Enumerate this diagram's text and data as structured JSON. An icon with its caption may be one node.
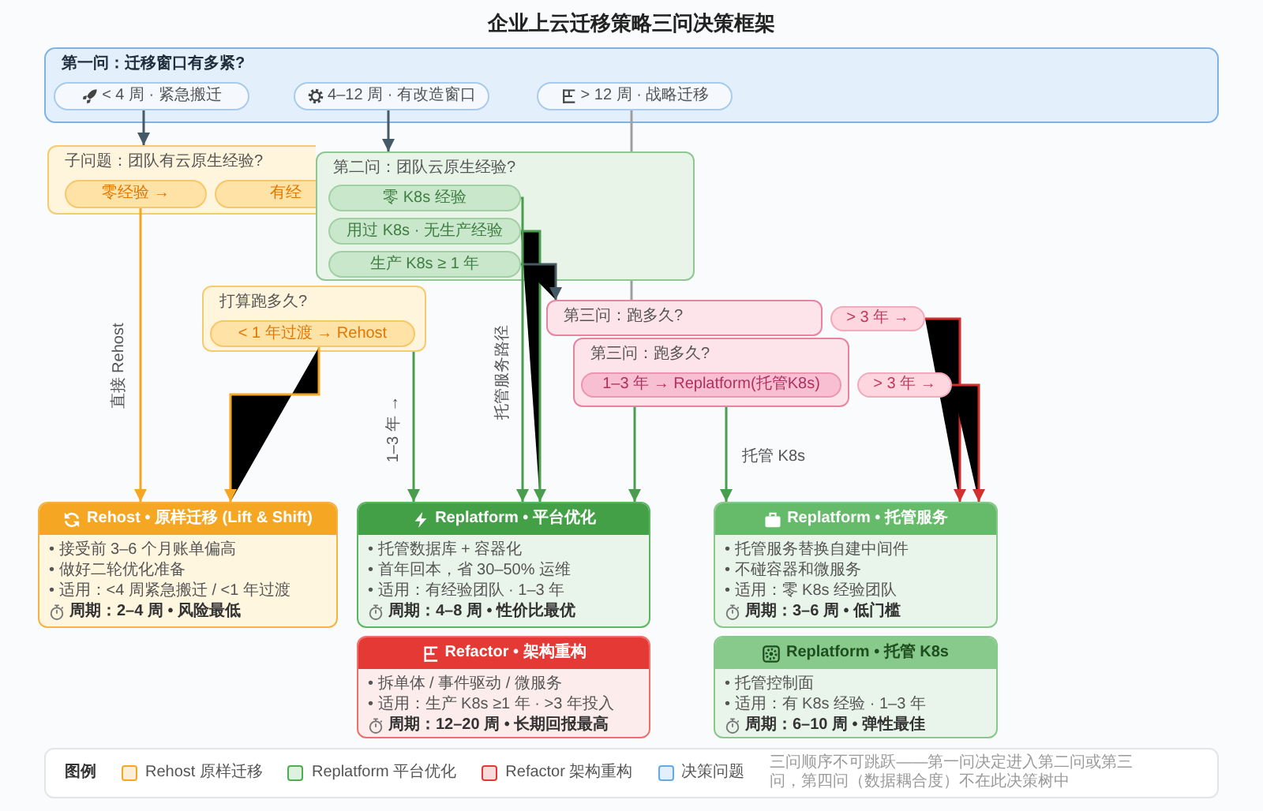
{
  "diagram": {
    "title": "企业上云迁移策略三问决策框架",
    "nodes": [
      {
        "text": [
          "第一问：迁移窗口有多紧?"
        ]
      },
      {
        "text": [
          "< 4 周 · 紧急搬迁"
        ],
        "in": 0
      },
      {
        "text": [
          "4–12 周 · 有改造窗口"
        ],
        "in": 0
      },
      {
        "text": [
          "> 12 周 · 战略迁移"
        ],
        "in": 0
      },
      {
        "text": [
          "子问题：团队有云原生经验?"
        ]
      },
      {
        "text": [
          "零经验 →"
        ],
        "in": 4
      },
      {
        "text": [
          "有经"
        ],
        "in": 4
      },
      {
        "text": [
          "打算跑多久?"
        ]
      },
      {
        "text": [
          "< 1 年过渡 → Rehost"
        ],
        "in": 7
      },
      {
        "text": [
          "第二问：团队云原生经验?"
        ]
      },
      {
        "text": [
          "零 K8s 经验"
        ],
        "in": 9
      },
      {
        "text": [
          "用过 K8s · 无生产经验"
        ],
        "in": 9
      },
      {
        "text": [
          "生产 K8s ≥ 1 年"
        ],
        "in": 9
      },
      {
        "text": [
          "第三问：跑多久?"
        ]
      },
      {
        "text": [
          "> 3 年 →"
        ]
      },
      {
        "text": [
          "第三问：跑多久?"
        ]
      },
      {
        "text": [
          "1–3 年 → Replatform(托管K8s)"
        ],
        "in": 15
      },
      {
        "text": [
          "> 3 年 →"
        ]
      },
      {
        "text": [
          "Rehost • 原样迁移 (Lift & Shift)",
          "• 接受前 3–6 个月账单偏高",
          "• 做好二轮优化准备",
          "• 适用：<4 周紧急搬迁 / <1 年过渡",
          "周期：2–4 周 • 风险最低"
        ]
      },
      {
        "text": [
          "Replatform • 平台优化",
          "• 托管数据库 + 容器化",
          "• 首年回本，省 30–50% 运维",
          "• 适用：有经验团队 · 1–3 年",
          "周期：4–8 周 • 性价比最优"
        ]
      },
      {
        "text": [
          "Refactor • 架构重构",
          "• 拆单体 / 事件驱动 / 微服务",
          "• 适用：生产 K8s ≥1 年 · >3 年投入",
          "周期：12–20 周 • 长期回报最高"
        ]
      },
      {
        "text": [
          "Replatform • 托管服务",
          "• 托管服务替换自建中间件",
          "• 不碰容器和微服务",
          "• 适用：零 K8s 经验团队",
          "周期：3–6 周 • 低门槛"
        ]
      },
      {
        "text": [
          "Replatform • 托管 K8s",
          "• 托管控制面",
          "• 适用：有 K8s 经验 · 1–3 年",
          "周期：6–10 周 • 弹性最佳"
        ]
      }
    ],
    "edges": [
      {
        "from": 1,
        "to": 4,
        "arrow": "to",
        "color": "#455a64"
      },
      {
        "from": 2,
        "to": 9,
        "arrow": "to",
        "color": "#455a64"
      },
      {
        "from": 3,
        "to": 9,
        "arrow": "none",
        "color": "#9e9e9e"
      },
      {
        "from": 9,
        "to": 13,
        "arrow": "none",
        "color": "#9e9e9e"
      },
      {
        "from": 5,
        "to": 18,
        "arrow": "to",
        "label": "直接 Rehost",
        "color": "#f5a623"
      },
      {
        "from": 8,
        "to": 18,
        "arrow": "to",
        "color": "#f5a623"
      },
      {
        "from": 7,
        "to": 19,
        "arrow": "to",
        "label": "1–3 年 →"
      },
      {
        "from": 10,
        "to": 19,
        "arrow": "to",
        "label": "托管服务路径"
      },
      {
        "from": 11,
        "to": 19,
        "arrow": "to"
      },
      {
        "from": 12,
        "to": 13,
        "arrow": "to",
        "color": "#455a64"
      },
      {
        "from": 15,
        "to": 19,
        "arrow": "to"
      },
      {
        "from": 15,
        "to": 21,
        "arrow": "to",
        "label": "托管 K8s"
      },
      {
        "from": 14,
        "to": 21,
        "arrow": "to",
        "color": "#d32f2f"
      },
      {
        "from": 17,
        "to": 21,
        "arrow": "to",
        "color": "#d32f2f"
      }
    ],
    "labels": [
      "图例",
      "三问顺序不可跳跃——第一问决定进入第二问或第三问，第四问（数据耦合度）不在此决策树中"
    ],
    "legend": [
      {
        "text": "Rehost 原样迁移",
        "color": "#f5a623"
      },
      {
        "text": "Replatform 平台优化",
        "color": "#4caf50"
      },
      {
        "text": "Refactor 架构重构",
        "color": "#e53935"
      },
      {
        "text": "决策问题",
        "color": "#64a8e6"
      }
    ]
  }
}
